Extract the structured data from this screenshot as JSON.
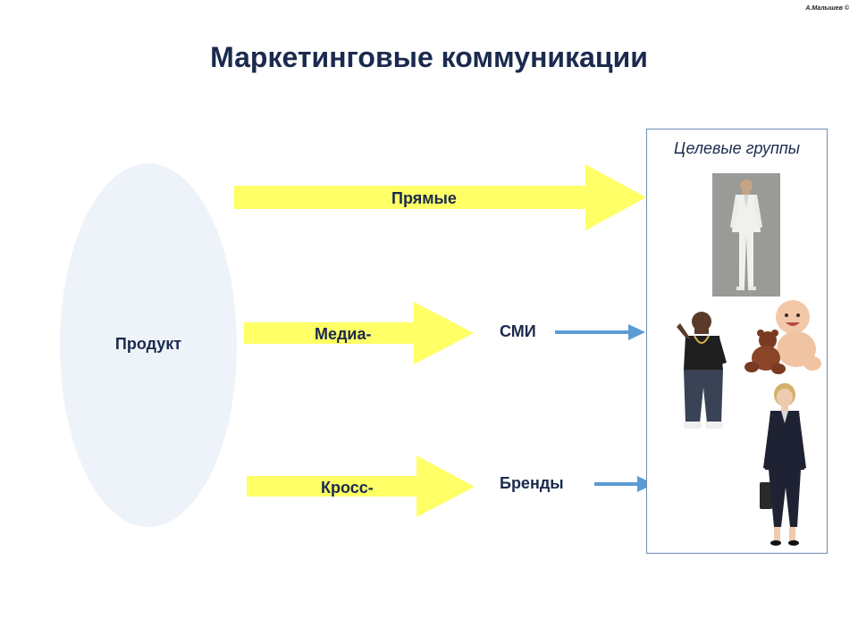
{
  "header": {
    "copyright": "А.Малышев ©",
    "title": "Маркетинговые коммуникации"
  },
  "diagram": {
    "source": "Продукт",
    "flows": [
      {
        "label": "Прямые"
      },
      {
        "label": "Медиа-",
        "channel": "СМИ"
      },
      {
        "label": "Кросс-",
        "channel": "Бренды"
      }
    ],
    "target": {
      "title": "Целевые группы"
    }
  },
  "colors": {
    "title": "#1b2a4e",
    "arrow_fill": "#ffff66",
    "channel_arrow": "#5b9bd5",
    "ellipse": "#edf3f8",
    "box_border": "#6d8fb5"
  },
  "icons": [
    "man-in-white-suit-image",
    "man-in-dark-clothes-image",
    "baby-with-teddy-bear-image",
    "businesswoman-image"
  ]
}
